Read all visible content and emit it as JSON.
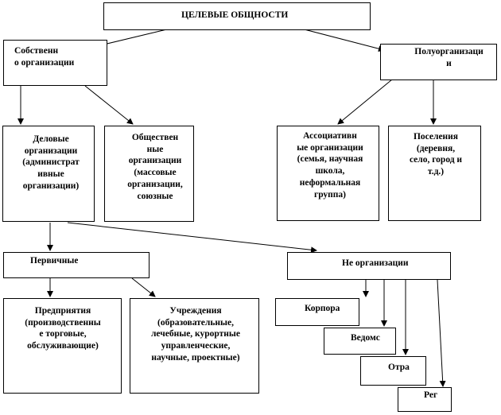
{
  "diagram": {
    "root": {
      "label": "ЦЕЛЕВЫЕ  ОБЩНОСТИ"
    },
    "own_org": {
      "label": "Собственн\nо организации"
    },
    "semi_org": {
      "label": "Полуорганизаци\nи"
    },
    "business_org": {
      "label": "Деловые\nорганизации\n(администрат\nивные\nорганизации)"
    },
    "public_org": {
      "label": "Обществен\nные\nорганизации\n(массовые\nорганизации,\nсоюзные"
    },
    "assoc_org": {
      "label": "Ассоциативн\nые организации\n(семья, научная\nшкола,\nнеформальная\nгруппа)"
    },
    "settlements": {
      "label": "Поселения\n(деревня,\nсело, город и\nт.д.)"
    },
    "primary": {
      "label": "Первичные"
    },
    "non_org": {
      "label": "Не организации"
    },
    "enterprises": {
      "label": "Предприятия\n(производственны\nе торговые,\nобслуживающие)"
    },
    "institutions": {
      "label": "Учреждения\n(образовательные,\nлечебные, курортные\nуправленческие,\nнаучные, проектные)"
    },
    "corp": {
      "label": "Корпора"
    },
    "dept": {
      "label": "Ведомс"
    },
    "branch": {
      "label": "Отра"
    },
    "region": {
      "label": "Рег"
    }
  }
}
